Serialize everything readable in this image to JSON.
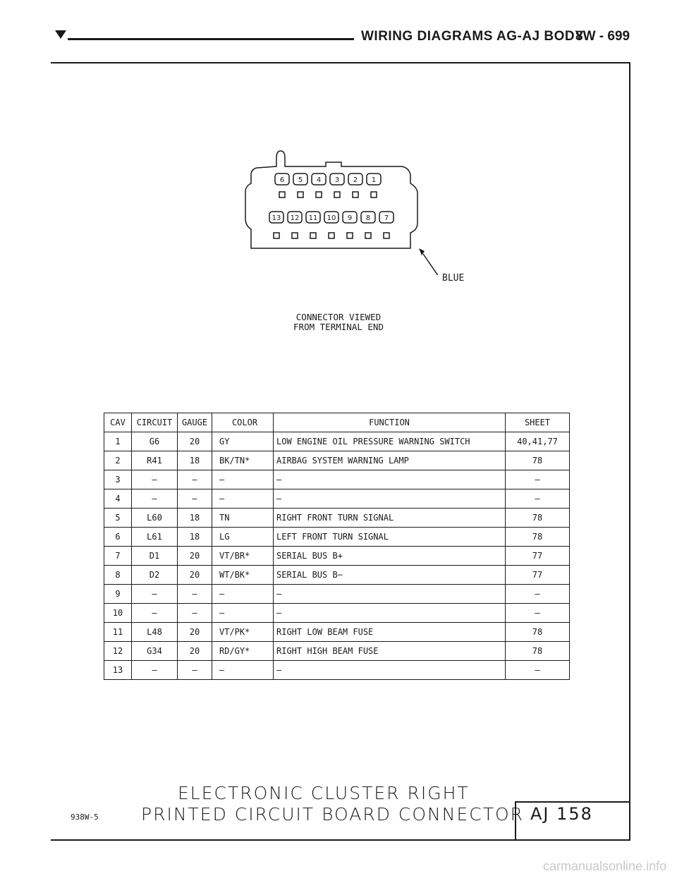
{
  "header": {
    "title": "WIRING DIAGRAMS AG-AJ BODY",
    "page": "8W - 699"
  },
  "connector": {
    "top_row": [
      "6",
      "5",
      "4",
      "3",
      "2",
      "1"
    ],
    "bottom_row": [
      "13",
      "12",
      "11",
      "10",
      "9",
      "8",
      "7"
    ],
    "color_label": "BLUE",
    "caption_line1": "CONNECTOR VIEWED",
    "caption_line2": "FROM TERMINAL END"
  },
  "table": {
    "headers": [
      "CAV",
      "CIRCUIT",
      "GAUGE",
      "COLOR",
      "FUNCTION",
      "SHEET"
    ],
    "rows": [
      {
        "cav": "1",
        "circuit": "G6",
        "gauge": "20",
        "color": "GY",
        "function": "LOW ENGINE OIL PRESSURE WARNING SWITCH",
        "sheet": "40,41,77"
      },
      {
        "cav": "2",
        "circuit": "R41",
        "gauge": "18",
        "color": "BK/TN*",
        "function": "AIRBAG SYSTEM WARNING LAMP",
        "sheet": "78"
      },
      {
        "cav": "3",
        "circuit": "—",
        "gauge": "—",
        "color": "—",
        "function": "—",
        "sheet": "—"
      },
      {
        "cav": "4",
        "circuit": "—",
        "gauge": "—",
        "color": "—",
        "function": "—",
        "sheet": "—"
      },
      {
        "cav": "5",
        "circuit": "L60",
        "gauge": "18",
        "color": "TN",
        "function": "RIGHT FRONT TURN SIGNAL",
        "sheet": "78"
      },
      {
        "cav": "6",
        "circuit": "L61",
        "gauge": "18",
        "color": "LG",
        "function": "LEFT FRONT TURN SIGNAL",
        "sheet": "78"
      },
      {
        "cav": "7",
        "circuit": "D1",
        "gauge": "20",
        "color": "VT/BR*",
        "function": "SERIAL BUS B+",
        "sheet": "77"
      },
      {
        "cav": "8",
        "circuit": "D2",
        "gauge": "20",
        "color": "WT/BK*",
        "function": "SERIAL BUS B−",
        "sheet": "77"
      },
      {
        "cav": "9",
        "circuit": "—",
        "gauge": "—",
        "color": "—",
        "function": "—",
        "sheet": "—"
      },
      {
        "cav": "10",
        "circuit": "—",
        "gauge": "—",
        "color": "—",
        "function": "—",
        "sheet": "—"
      },
      {
        "cav": "11",
        "circuit": "L48",
        "gauge": "20",
        "color": "VT/PK*",
        "function": "RIGHT LOW BEAM FUSE",
        "sheet": "78"
      },
      {
        "cav": "12",
        "circuit": "G34",
        "gauge": "20",
        "color": "RD/GY*",
        "function": "RIGHT HIGH BEAM FUSE",
        "sheet": "78"
      },
      {
        "cav": "13",
        "circuit": "—",
        "gauge": "—",
        "color": "—",
        "function": "—",
        "sheet": "—"
      }
    ]
  },
  "footer": {
    "title_line1": "ELECTRONIC CLUSTER RIGHT",
    "title_line2": "PRINTED CIRCUIT BOARD CONNECTOR",
    "figure_code": "938W-5",
    "page_id": "AJ 158"
  },
  "watermark": "carmanualsonline.info"
}
